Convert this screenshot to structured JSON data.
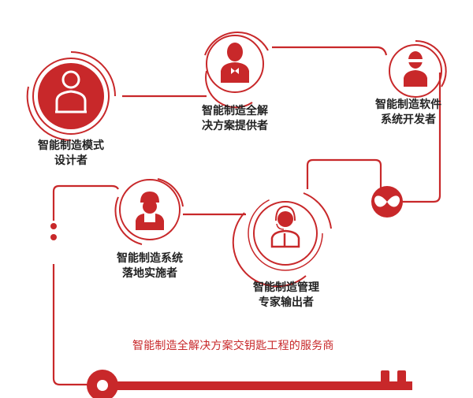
{
  "colors": {
    "accent": "#c8282a",
    "text": "#222222"
  },
  "nodes": [
    {
      "id": "designer",
      "icon": "person-tie-icon",
      "line1": "智能制造模式",
      "line2": "设计者"
    },
    {
      "id": "solution-provider",
      "icon": "person-bowtie-icon",
      "line1": "智能制造全解",
      "line2": "决方案提供者"
    },
    {
      "id": "software-developer",
      "icon": "person-glasses-icon",
      "line1": "智能制造软件",
      "line2": "系统开发者"
    },
    {
      "id": "implementer",
      "icon": "worker-helmet-icon",
      "line1": "智能制造系统",
      "line2": "落地实施者"
    },
    {
      "id": "management-expert",
      "icon": "headset-person-icon",
      "line1": "智能制造管理",
      "line2": "专家输出者"
    }
  ],
  "slogan": "智能制造全解决方案交钥匙工程的服务商"
}
